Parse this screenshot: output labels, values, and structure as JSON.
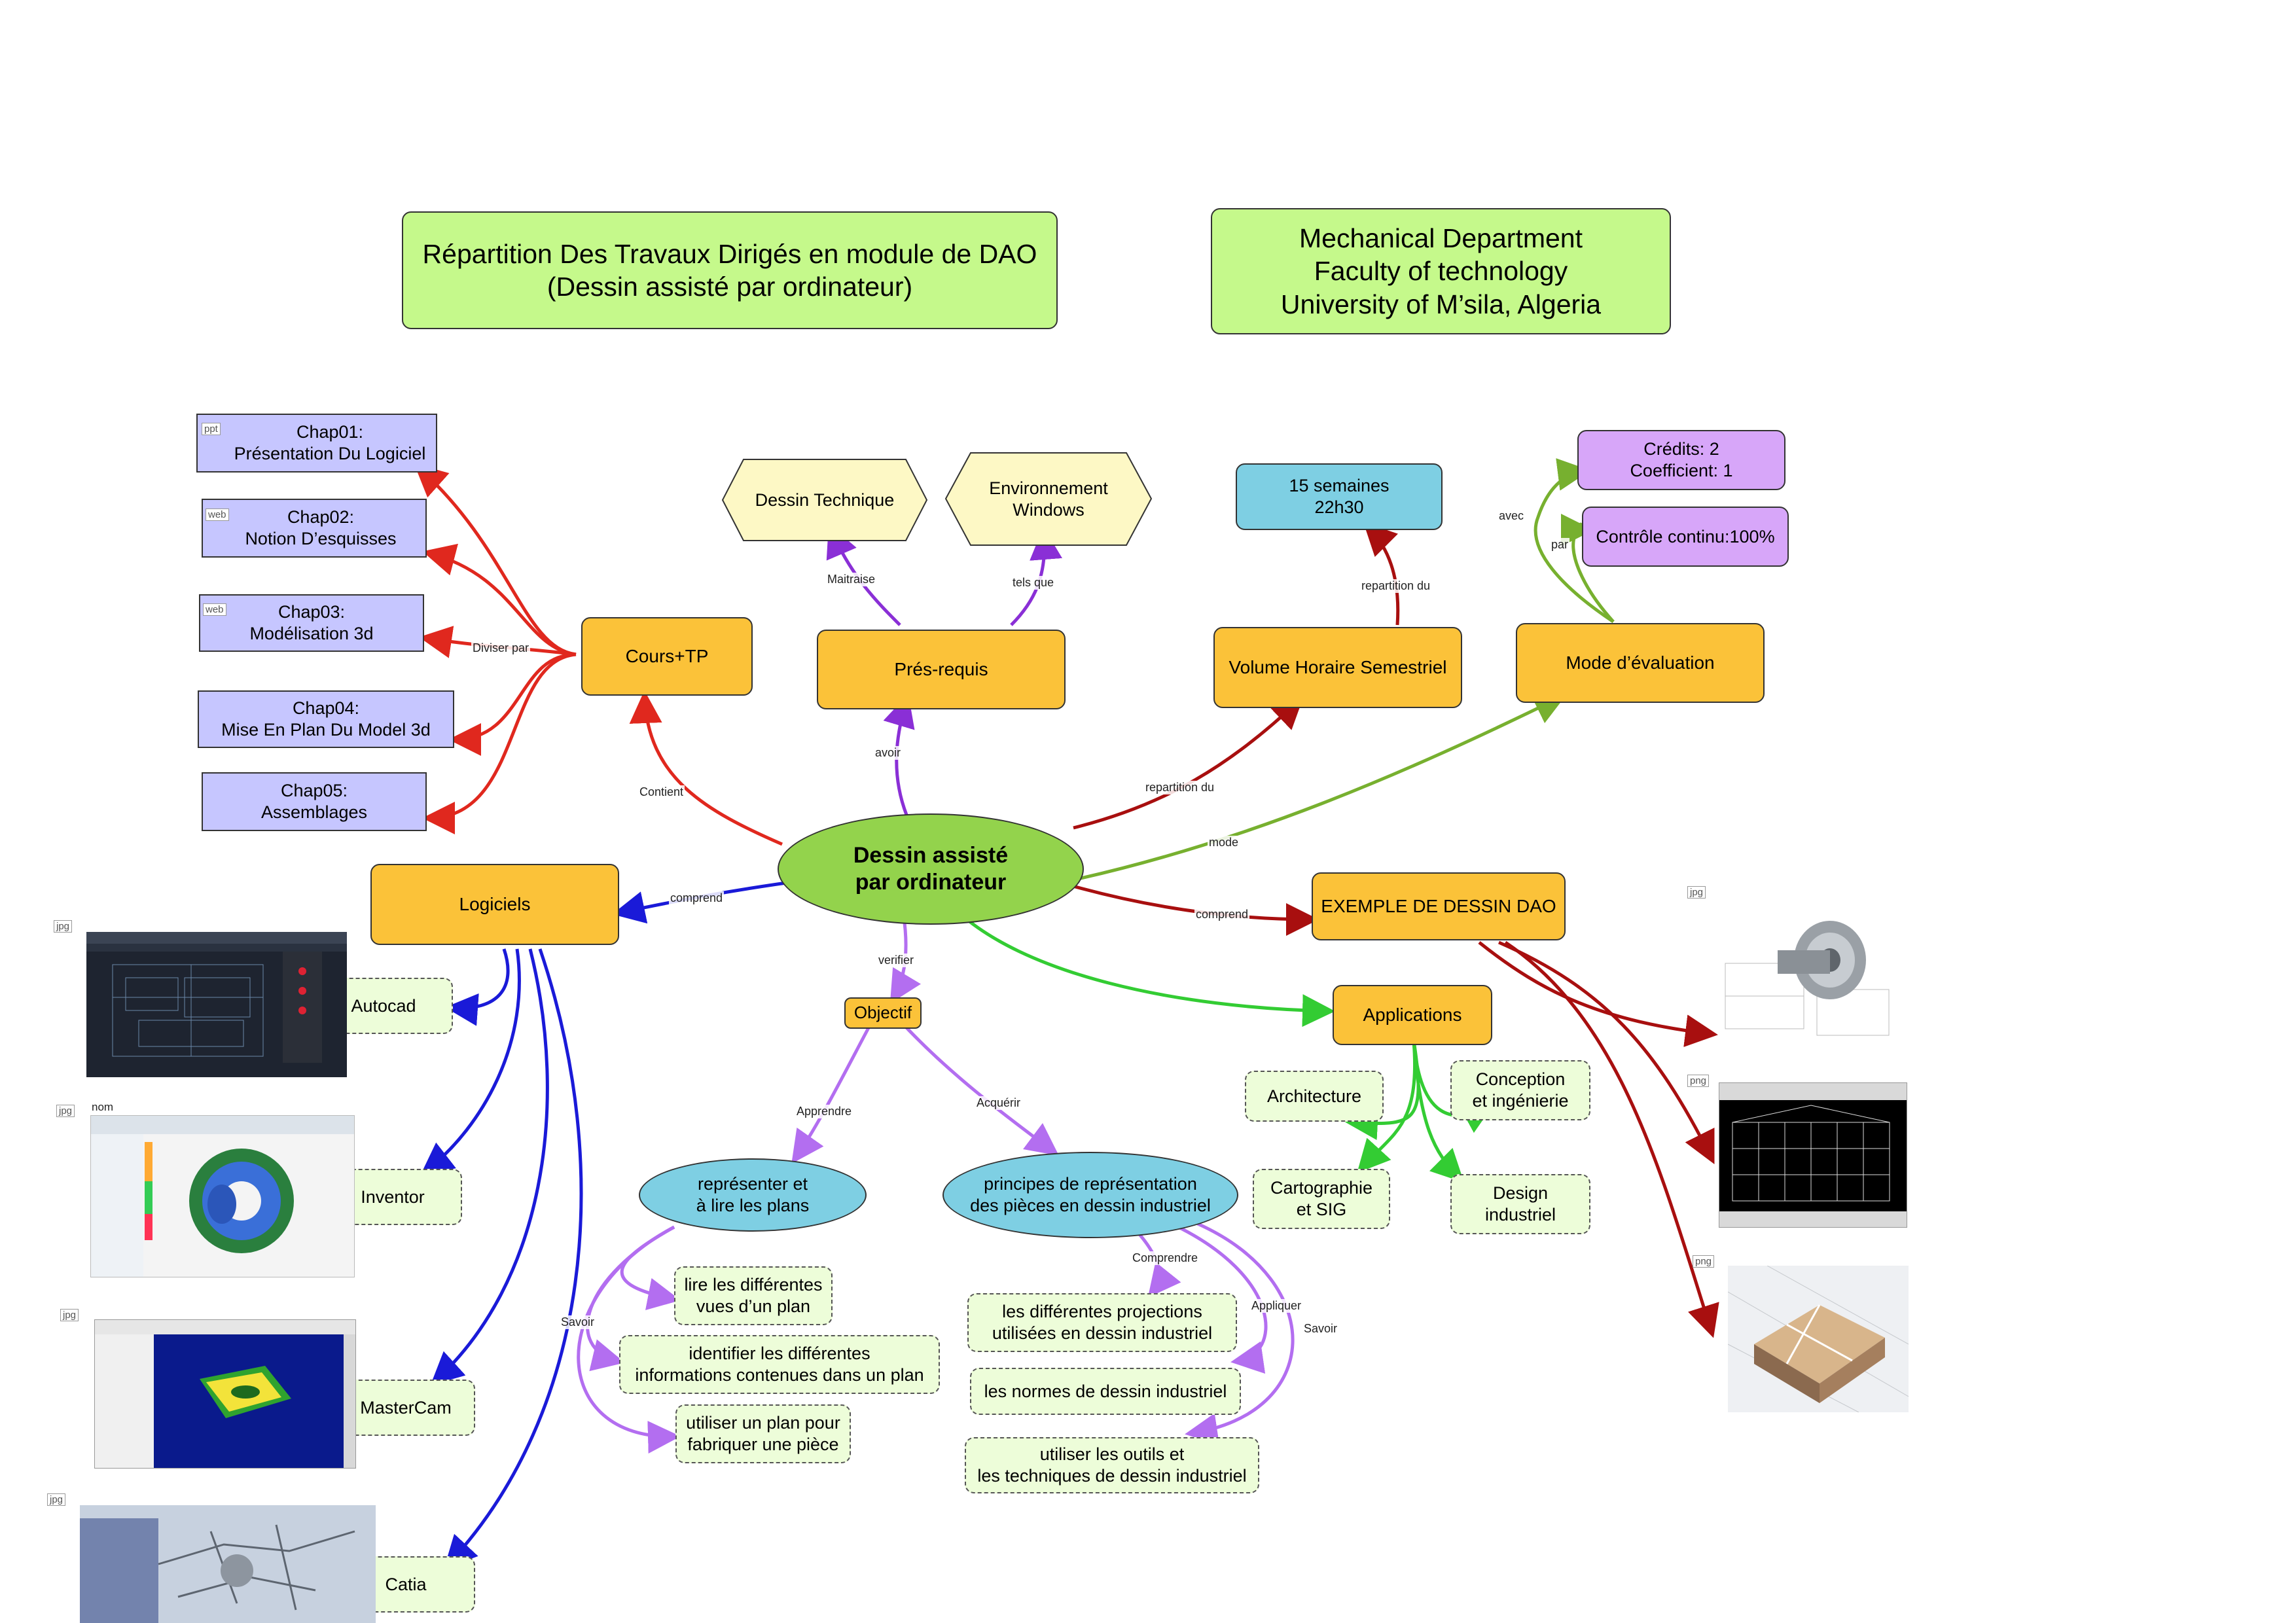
{
  "header": {
    "title": "Répartition Des Travaux Dirigés en module de DAO\n(Dessin assisté par ordinateur)",
    "institution": "Mechanical Department\nFaculty of technology\nUniversity of M’sila, Algeria"
  },
  "center": "Dessin assisté\npar ordinateur",
  "chapters": [
    {
      "tag": "ppt",
      "label": "Chap01:\nPrésentation Du Logiciel"
    },
    {
      "tag": "web",
      "label": "Chap02:\nNotion D’esquisses"
    },
    {
      "tag": "web",
      "label": "Chap03:\nModélisation 3d"
    },
    {
      "tag": "",
      "label": "Chap04:\nMise En Plan Du Model 3d"
    },
    {
      "tag": "",
      "label": "Chap05:\nAssemblages"
    }
  ],
  "nodes": {
    "cours_tp": "Cours+TP",
    "pres_requis": "Prés-requis",
    "dessin_technique": "Dessin Technique",
    "environnement": "Environnement\nWindows",
    "volume": "Volume Horaire Semestriel",
    "semaines": "15 semaines\n22h30",
    "mode": "Mode d’évaluation",
    "credits": "Crédits: 2\nCoefficient: 1",
    "controle": "Contrôle continu:100%",
    "logiciels": "Logiciels",
    "exemple": "EXEMPLE DE DESSIN DAO",
    "applications": "Applications",
    "objectif": "Objectif",
    "representer": "représenter et\nà lire les plans",
    "principes": "principes de représentation\ndes pièces en dessin industriel"
  },
  "software": [
    "Autocad",
    "Inventor",
    "MasterCam",
    "Catia"
  ],
  "applications": [
    "Architecture",
    "Conception\net ingénierie",
    "Cartographie\net SIG",
    "Design\nindustriel"
  ],
  "skills_left": [
    "lire les différentes\nvues d’un plan",
    "identifier les différentes\ninformations contenues dans un plan",
    "utiliser un plan pour\nfabriquer une pièce"
  ],
  "skills_right": [
    "les différentes projections\nutilisées en dessin industriel",
    "les normes de dessin industriel",
    "utiliser les outils et\nles techniques de dessin industriel"
  ],
  "edge_labels": {
    "diviser_par": "Diviser par",
    "contient": "Contient",
    "avoir": "avoir",
    "maitraise": "Maitraise",
    "tels_que": "tels que",
    "repartition_du_1": "repartition du",
    "repartition_du_2": "repartition du",
    "avec": "avec",
    "par": "par",
    "mode": "mode",
    "comprend_1": "comprend",
    "comprend_2": "comprend",
    "verifier": "verifier",
    "apprendre": "Apprendre",
    "acquerir": "Acquérir",
    "savoir_1": "Savoir",
    "comprendre": "Comprendre",
    "appliquer": "Appliquer",
    "savoir_2": "Savoir"
  },
  "file_tags": {
    "jpg": "jpg",
    "png": "png",
    "nom": "nom"
  },
  "colors": {
    "red": "#e0281e",
    "darkred": "#a80f0f",
    "blue": "#1a1ad8",
    "purple": "#8a2fd6",
    "violet": "#b36ef0",
    "green": "#33cc33",
    "olive": "#77b02f"
  }
}
